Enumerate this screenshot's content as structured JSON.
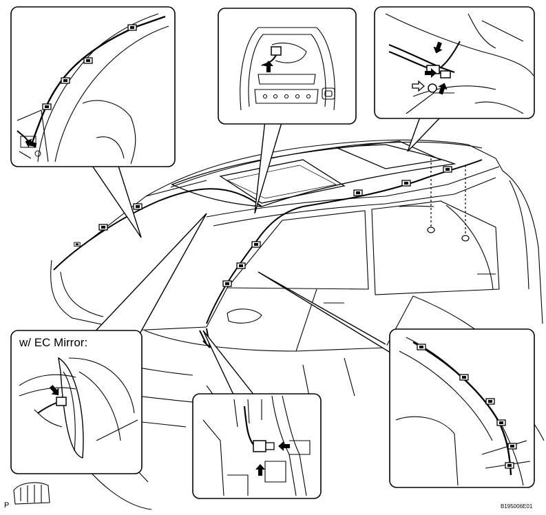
{
  "labels": {
    "ec_mirror": "w/ EC Mirror:",
    "view_mark": "P",
    "figure_code": "B195006E01"
  },
  "colors": {
    "ink": "#000000",
    "paper": "#ffffff",
    "tape": "#000000"
  },
  "icons": {
    "arrow_black": "arrow-icon",
    "arrow_hollow": "hollow-arrow-icon",
    "clamp": "clamp-icon"
  }
}
